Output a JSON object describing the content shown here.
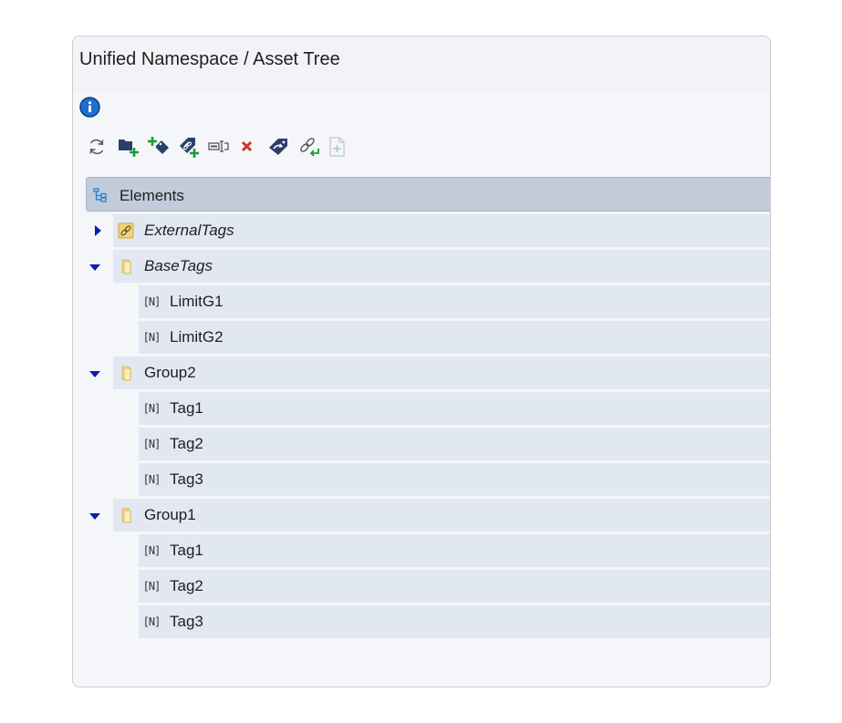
{
  "panel": {
    "title": "Unified Namespace / Asset Tree"
  },
  "toolbar": {
    "buttons": [
      {
        "icon": "refresh-icon",
        "label": "Refresh"
      },
      {
        "icon": "add-folder-icon",
        "label": "Add Folder"
      },
      {
        "icon": "add-tag-icon",
        "label": "Add Tag"
      },
      {
        "icon": "add-linked-tag-icon",
        "label": "Add External Tag"
      },
      {
        "icon": "rename-icon",
        "label": "Rename"
      },
      {
        "icon": "delete-icon",
        "label": "Delete"
      },
      {
        "icon": "move-tag-icon",
        "label": "Move"
      },
      {
        "icon": "link-icon",
        "label": "Link"
      },
      {
        "icon": "new-document-icon",
        "label": "New",
        "disabled": true
      }
    ]
  },
  "tree": {
    "root": {
      "label": "Elements",
      "icon": "tree-icon"
    },
    "nodes": [
      {
        "label": "ExternalTags",
        "type": "external-folder",
        "expanded": false,
        "italic": true
      },
      {
        "label": "BaseTags",
        "type": "folder",
        "expanded": true,
        "italic": true,
        "children": [
          {
            "label": "LimitG1",
            "type": "tag",
            "badge": "N"
          },
          {
            "label": "LimitG2",
            "type": "tag",
            "badge": "N"
          }
        ]
      },
      {
        "label": "Group2",
        "type": "folder",
        "expanded": true,
        "italic": false,
        "children": [
          {
            "label": "Tag1",
            "type": "tag",
            "badge": "N"
          },
          {
            "label": "Tag2",
            "type": "tag",
            "badge": "N"
          },
          {
            "label": "Tag3",
            "type": "tag",
            "badge": "N"
          }
        ]
      },
      {
        "label": "Group1",
        "type": "folder",
        "expanded": true,
        "italic": false,
        "children": [
          {
            "label": "Tag1",
            "type": "tag",
            "badge": "N"
          },
          {
            "label": "Tag2",
            "type": "tag",
            "badge": "N"
          },
          {
            "label": "Tag3",
            "type": "tag",
            "badge": "N"
          }
        ]
      }
    ]
  },
  "colors": {
    "accent": "#1f6fd1",
    "caret": "#0a1fa8",
    "row_bg": "#e2e8f1",
    "root_bg": "#c1cbd9",
    "delete": "#d93025",
    "add": "#1c9a36"
  }
}
